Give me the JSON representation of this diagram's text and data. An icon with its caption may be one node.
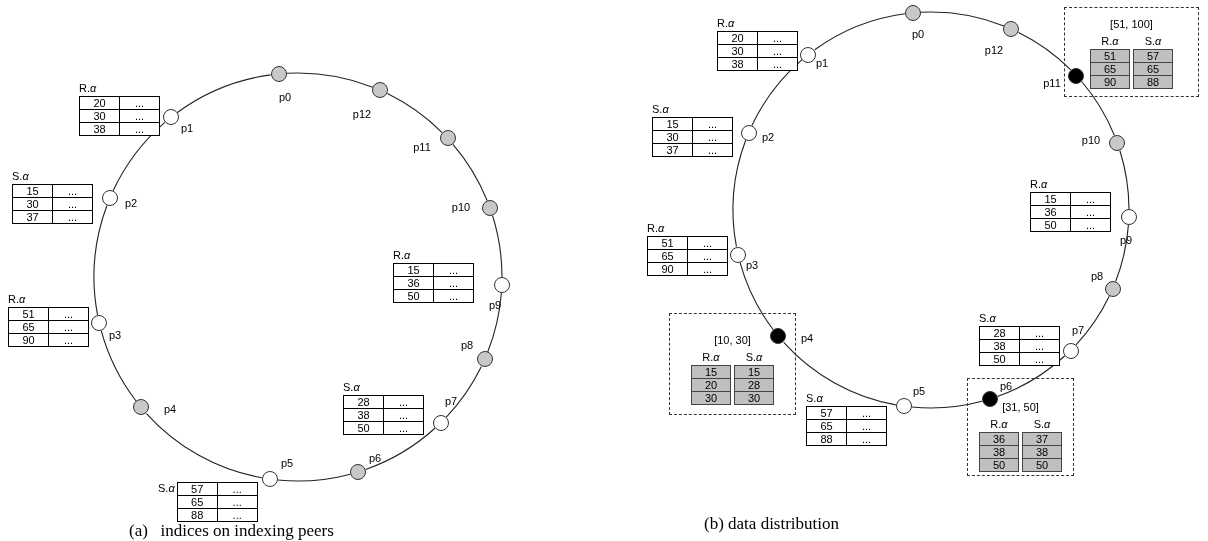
{
  "diagram": {
    "nodes": [
      {
        "text": [],
        "shape": "circle",
        "beside": [
          "p0"
        ]
      },
      {
        "text": [],
        "shape": "circle",
        "beside": [
          "p1"
        ]
      },
      {
        "text": [],
        "shape": "circle",
        "beside": [
          "p2"
        ]
      },
      {
        "text": [],
        "shape": "circle",
        "beside": [
          "p3"
        ]
      },
      {
        "text": [],
        "shape": "circle",
        "beside": [
          "p4"
        ]
      },
      {
        "text": [],
        "shape": "circle",
        "beside": [
          "p5"
        ]
      },
      {
        "text": [],
        "shape": "circle",
        "beside": [
          "p6"
        ]
      },
      {
        "text": [],
        "shape": "circle",
        "beside": [
          "p7"
        ]
      },
      {
        "text": [],
        "shape": "circle",
        "beside": [
          "p8"
        ]
      },
      {
        "text": [],
        "shape": "circle",
        "beside": [
          "p9"
        ]
      },
      {
        "text": [],
        "shape": "circle",
        "beside": [
          "p10"
        ]
      },
      {
        "text": [],
        "shape": "circle",
        "beside": [
          "p11"
        ]
      },
      {
        "text": [],
        "shape": "circle",
        "beside": [
          "p12"
        ]
      },
      {
        "text": [
          "R.*α*",
          "20",
          "...",
          "30",
          "...",
          "38",
          "..."
        ]
      },
      {
        "text": [
          "S.*α*",
          "15",
          "...",
          "30",
          "...",
          "37",
          "..."
        ]
      },
      {
        "text": [
          "R.*α*",
          "51",
          "...",
          "65",
          "...",
          "90",
          "..."
        ]
      },
      {
        "text": [
          "R.*α*",
          "15",
          "...",
          "36",
          "...",
          "50",
          "..."
        ]
      },
      {
        "text": [
          "S.*α*",
          "28",
          "...",
          "38",
          "...",
          "50",
          "..."
        ]
      },
      {
        "text": [
          "S.*α*",
          "57",
          "...",
          "65",
          "...",
          "88",
          "..."
        ]
      },
      {
        "text": [
          "[51, 100]"
        ]
      },
      {
        "text": [
          "[10, 30]"
        ]
      },
      {
        "text": [
          "[31, 50]"
        ]
      },
      {
        "text": [],
        "shape": "circle",
        "beside": [
          "p0"
        ]
      },
      {
        "text": [],
        "shape": "circle",
        "beside": [
          "p1"
        ]
      },
      {
        "text": [],
        "shape": "circle",
        "beside": [
          "p2"
        ]
      },
      {
        "text": [],
        "shape": "circle",
        "beside": [
          "p3"
        ]
      },
      {
        "text": [],
        "shape": "circle",
        "beside": [
          "p4"
        ],
        "in": 20
      },
      {
        "text": [],
        "shape": "circle",
        "beside": [
          "p5"
        ]
      },
      {
        "text": [],
        "shape": "circle",
        "beside": [
          "p6"
        ],
        "in": 21
      },
      {
        "text": [],
        "shape": "circle",
        "beside": [
          "p7"
        ]
      },
      {
        "text": [],
        "shape": "circle",
        "beside": [
          "p8"
        ]
      },
      {
        "text": [],
        "shape": "circle",
        "beside": [
          "p9"
        ]
      },
      {
        "text": [],
        "shape": "circle",
        "beside": [
          "p10"
        ]
      },
      {
        "text": [],
        "shape": "circle",
        "beside": [
          "p11"
        ],
        "in": 19
      },
      {
        "text": [],
        "shape": "circle",
        "beside": [
          "p12"
        ]
      },
      {
        "text": [
          "R.*α*",
          "20",
          "...",
          "30",
          "...",
          "38",
          "..."
        ]
      },
      {
        "text": [
          "S.*α*",
          "15",
          "...",
          "30",
          "...",
          "37",
          "..."
        ]
      },
      {
        "text": [
          "R.*α*",
          "51",
          "...",
          "65",
          "...",
          "90",
          "..."
        ]
      },
      {
        "text": [
          "R.*α*",
          "15",
          "...",
          "36",
          "...",
          "50",
          "..."
        ]
      },
      {
        "text": [
          "S.*α*",
          "28",
          "...",
          "38",
          "...",
          "50",
          "..."
        ]
      },
      {
        "text": [
          "S.*α*",
          "57",
          "...",
          "65",
          "...",
          "88",
          "..."
        ]
      },
      {
        "text": [
          "R.*α*",
          "51",
          "65",
          "90"
        ],
        "in": 19
      },
      {
        "text": [
          "S.*α*",
          "57",
          "65",
          "88"
        ],
        "in": 19
      },
      {
        "text": [
          "R.*α*",
          "15",
          "20",
          "30"
        ],
        "in": 20
      },
      {
        "text": [
          "S.*α*",
          "15",
          "28",
          "30"
        ],
        "in": 20
      },
      {
        "text": [
          "R.*α*",
          "36",
          "38",
          "50"
        ],
        "in": 21
      },
      {
        "text": [
          "S.*α*",
          "37",
          "38",
          "50"
        ],
        "in": 21
      }
    ],
    "edges": [
      {
        "from": 0,
        "to": 1,
        "arrow": "none"
      },
      {
        "from": 1,
        "to": 2,
        "arrow": "none"
      },
      {
        "from": 2,
        "to": 3,
        "arrow": "none"
      },
      {
        "from": 3,
        "to": 4,
        "arrow": "none"
      },
      {
        "from": 4,
        "to": 5,
        "arrow": "none"
      },
      {
        "from": 5,
        "to": 6,
        "arrow": "none"
      },
      {
        "from": 6,
        "to": 7,
        "arrow": "none"
      },
      {
        "from": 7,
        "to": 8,
        "arrow": "none"
      },
      {
        "from": 8,
        "to": 9,
        "arrow": "none"
      },
      {
        "from": 9,
        "to": 10,
        "arrow": "none"
      },
      {
        "from": 10,
        "to": 11,
        "arrow": "none"
      },
      {
        "from": 11,
        "to": 12,
        "arrow": "none"
      },
      {
        "from": 12,
        "to": 0,
        "arrow": "none"
      },
      {
        "from": 22,
        "to": 23,
        "arrow": "none"
      },
      {
        "from": 23,
        "to": 24,
        "arrow": "none"
      },
      {
        "from": 24,
        "to": 25,
        "arrow": "none"
      },
      {
        "from": 25,
        "to": 26,
        "arrow": "none"
      },
      {
        "from": 26,
        "to": 27,
        "arrow": "none"
      },
      {
        "from": 27,
        "to": 28,
        "arrow": "none"
      },
      {
        "from": 28,
        "to": 29,
        "arrow": "none"
      },
      {
        "from": 29,
        "to": 30,
        "arrow": "none"
      },
      {
        "from": 30,
        "to": 31,
        "arrow": "none"
      },
      {
        "from": 31,
        "to": 32,
        "arrow": "none"
      },
      {
        "from": 32,
        "to": 33,
        "arrow": "none"
      },
      {
        "from": 33,
        "to": 34,
        "arrow": "none"
      },
      {
        "from": 34,
        "to": 22,
        "arrow": "none"
      }
    ],
    "labels": [
      "(a)   indices on indexing peers",
      "(b) data distribution"
    ]
  }
}
